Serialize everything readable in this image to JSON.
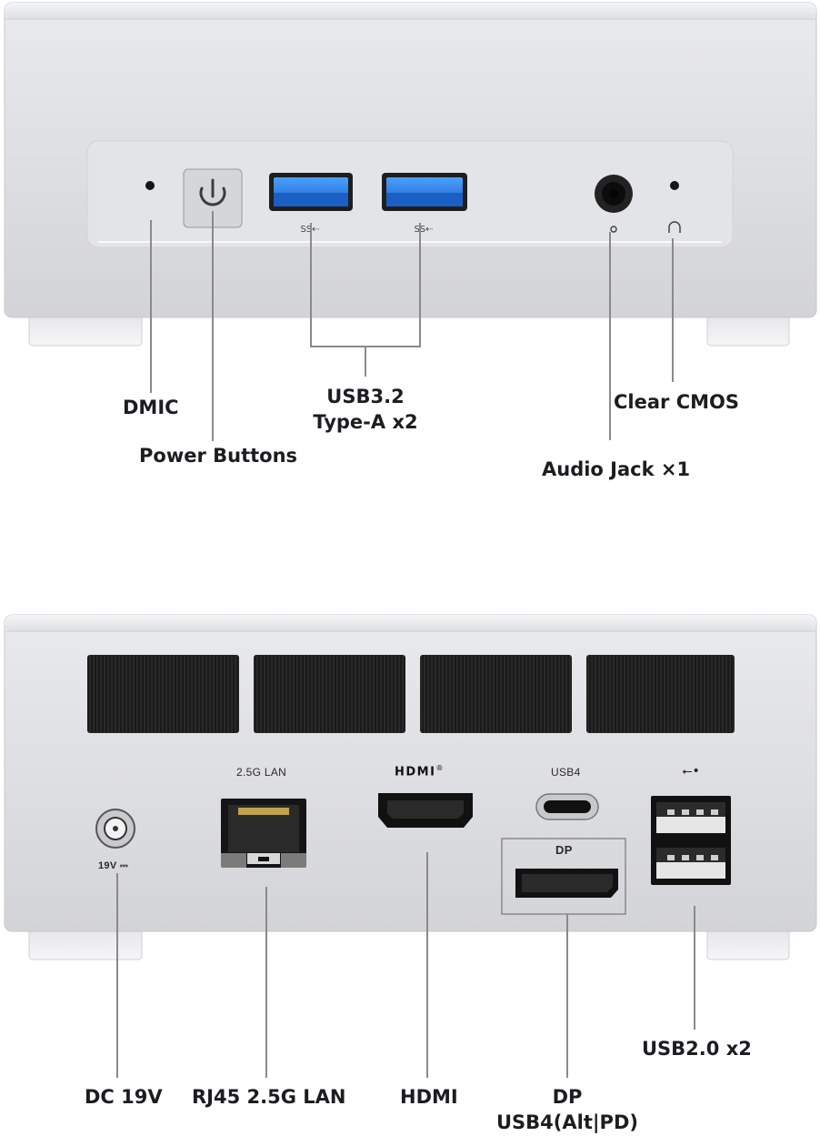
{
  "front": {
    "labels": {
      "dmic": "DMIC",
      "power": "Power Buttons",
      "usb32": "USB3.2",
      "usb32_sub": "Type-A x2",
      "clear_cmos": "Clear CMOS",
      "audio_jack": "Audio Jack ×1"
    }
  },
  "rear": {
    "panel_text": {
      "lan": "2.5G LAN",
      "hdmi_logo": "HDMI",
      "hdmi_mark": "®",
      "usb4": "USB4",
      "dp": "DP",
      "dc": "19V ⎓"
    },
    "labels": {
      "dc": "DC 19V",
      "rj45": "RJ45 2.5G LAN",
      "hdmi": "HDMI",
      "dp": "DP",
      "dp_sub": "USB4(Alt|PD)",
      "usb20": "USB2.0 x2"
    }
  },
  "colors": {
    "case": "#dcdde0",
    "usb3_blue": "#2f7fe0",
    "port_black": "#161616",
    "line": "#8a8a8a"
  }
}
